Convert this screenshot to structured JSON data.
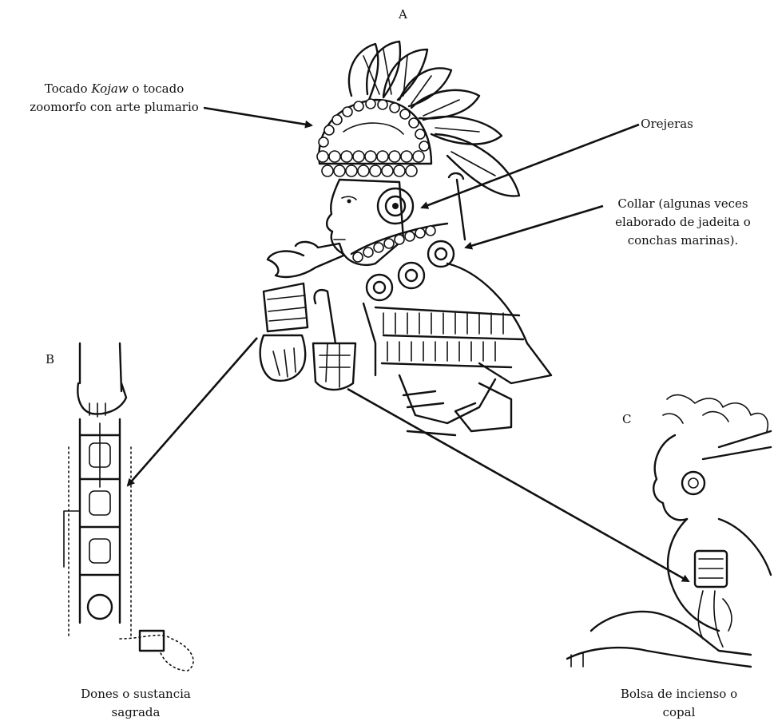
{
  "panels": {
    "a": "A",
    "b": "B",
    "c": "C"
  },
  "labels": {
    "tocado_pre": "Tocado ",
    "tocado_em": "Kojaw",
    "tocado_post": " o tocado",
    "tocado_line2": "zoomorfo con arte plumario",
    "orejeras": "Orejeras",
    "collar_line1": "Collar (algunas veces",
    "collar_line2": "elaborado de jadeita o",
    "collar_line3": "conchas marinas).",
    "dones_line1": "Dones o sustancia",
    "dones_line2": "sagrada",
    "bolsa_line1": "Bolsa de incienso o",
    "bolsa_line2": "copal"
  }
}
